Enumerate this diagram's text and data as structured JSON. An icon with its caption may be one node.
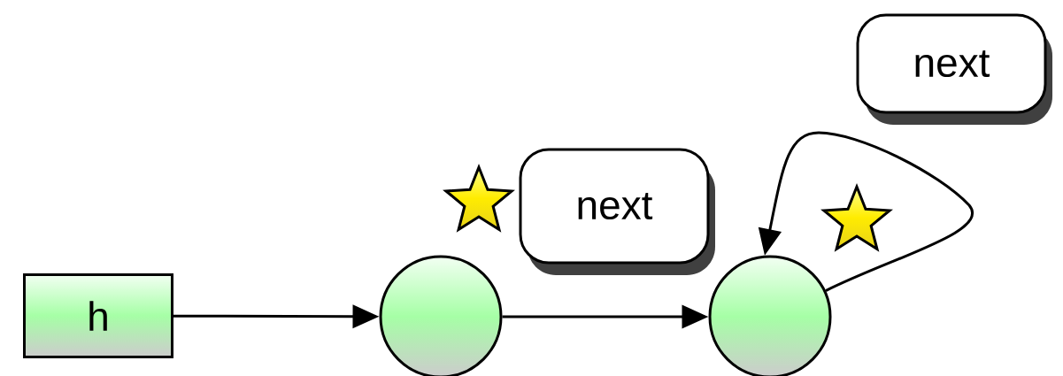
{
  "diagram": {
    "nodes": [
      {
        "text": [
          "h"
        ]
      },
      {
        "text": [],
        "shape": "circle"
      },
      {
        "text": [],
        "shape": "circle"
      },
      {
        "text": [
          "next"
        ]
      },
      {
        "text": [
          "next"
        ]
      }
    ],
    "edges": [
      {
        "from": 0,
        "to": 1,
        "arrow": "to"
      },
      {
        "from": 1,
        "to": 2,
        "arrow": "to"
      },
      {
        "from": 2,
        "to": 2,
        "arrow": "to"
      }
    ]
  }
}
